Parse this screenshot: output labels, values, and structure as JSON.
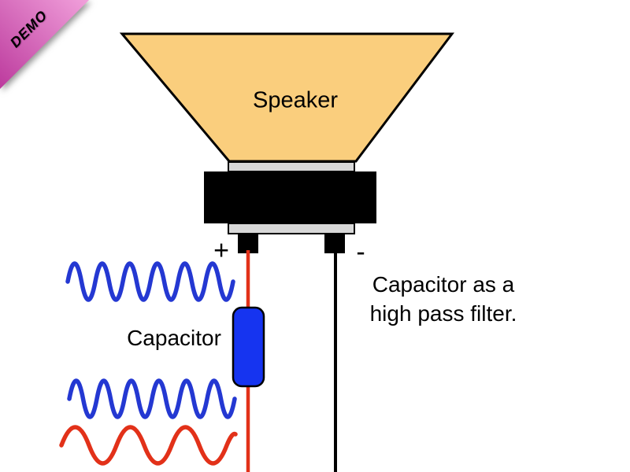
{
  "watermark": {
    "label": "DEMO"
  },
  "speaker": {
    "label": "Speaker",
    "positive_terminal": "+",
    "negative_terminal": "-"
  },
  "capacitor": {
    "label": "Capacitor"
  },
  "caption": {
    "line1": "Capacitor as a",
    "line2": "high pass filter."
  },
  "colors": {
    "ribbon_light": "#F1A0DB",
    "ribbon_dark": "#BC3A9D",
    "cone_fill": "#FACE7D",
    "frame_gray": "#D8D8D8",
    "capacitor_blue": "#1634F0",
    "wave_blue": "#2438D2",
    "signal_red": "#E23119",
    "ink": "#000000"
  }
}
